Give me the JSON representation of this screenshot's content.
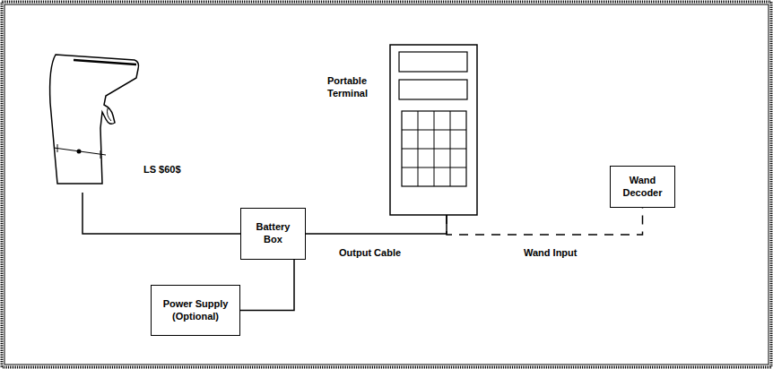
{
  "diagram": {
    "nodes": [
      {
        "text": [
          "LS $60$"
        ]
      },
      {
        "text": [
          "Portable Terminal"
        ]
      },
      {
        "text": [
          "Wand Decoder"
        ]
      },
      {
        "text": [
          "Battery Box"
        ]
      },
      {
        "text": [
          "Power Supply (Optional)"
        ]
      }
    ],
    "edges": [
      {
        "from": 0,
        "to": 3,
        "arrow": "none"
      },
      {
        "from": 3,
        "to": 1,
        "label": "Output Cable",
        "arrow": "none"
      },
      {
        "from": 1,
        "to": 2,
        "label": "Wand Input",
        "arrow": "none"
      },
      {
        "from": 3,
        "to": 4,
        "arrow": "none"
      }
    ]
  }
}
